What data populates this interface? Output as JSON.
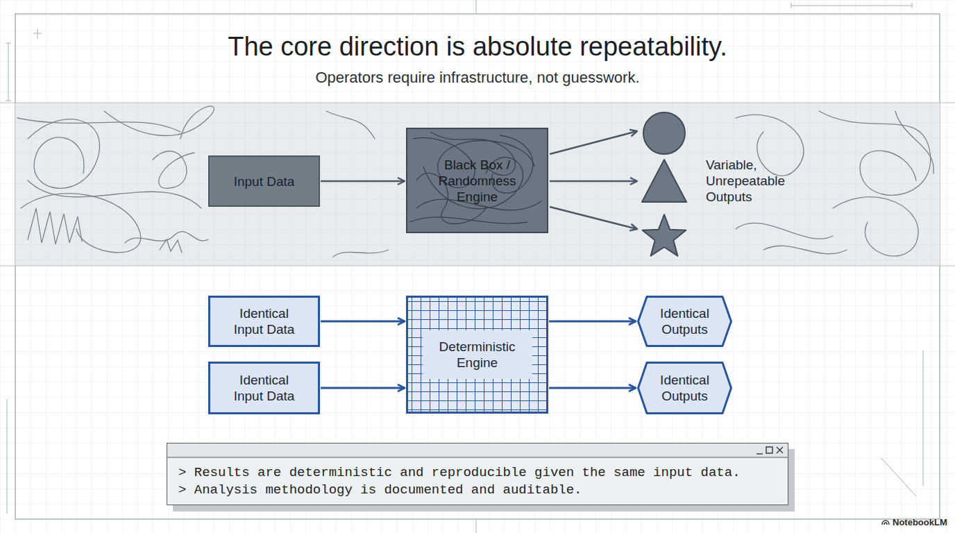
{
  "diagram": {
    "title": "The core direction is absolute repeatability.",
    "nodes": [
      {
        "text": [
          "Input Data"
        ]
      },
      {
        "text": [
          "Black Box / Randomness Engine"
        ]
      },
      {
        "text": [
          "Identical Input Data"
        ]
      },
      {
        "text": [
          "Deterministic Engine"
        ]
      },
      {
        "text": [
          "Identical Outputs"
        ]
      },
      {
        "text": [
          "Identical Input Data"
        ]
      },
      {
        "text": [
          "Identical Outputs"
        ]
      },
      {
        "text": [
          "> Results are deterministic and reproducible given the same input data.",
          "> Analysis methodology is documented and auditable."
        ]
      }
    ],
    "edges": [
      {
        "from": 0,
        "to": 1,
        "arrow": "to"
      },
      {
        "from": 2,
        "to": 3,
        "arrow": "to"
      },
      {
        "from": 5,
        "to": 3,
        "arrow": "to"
      },
      {
        "from": 3,
        "to": 4,
        "arrow": "to"
      },
      {
        "from": 3,
        "to": 6,
        "arrow": "to"
      }
    ],
    "labels": [
      "Operators require infrastructure, not guesswork.",
      "Variable, Unrepeatable Outputs",
      "NotebookLM"
    ]
  }
}
